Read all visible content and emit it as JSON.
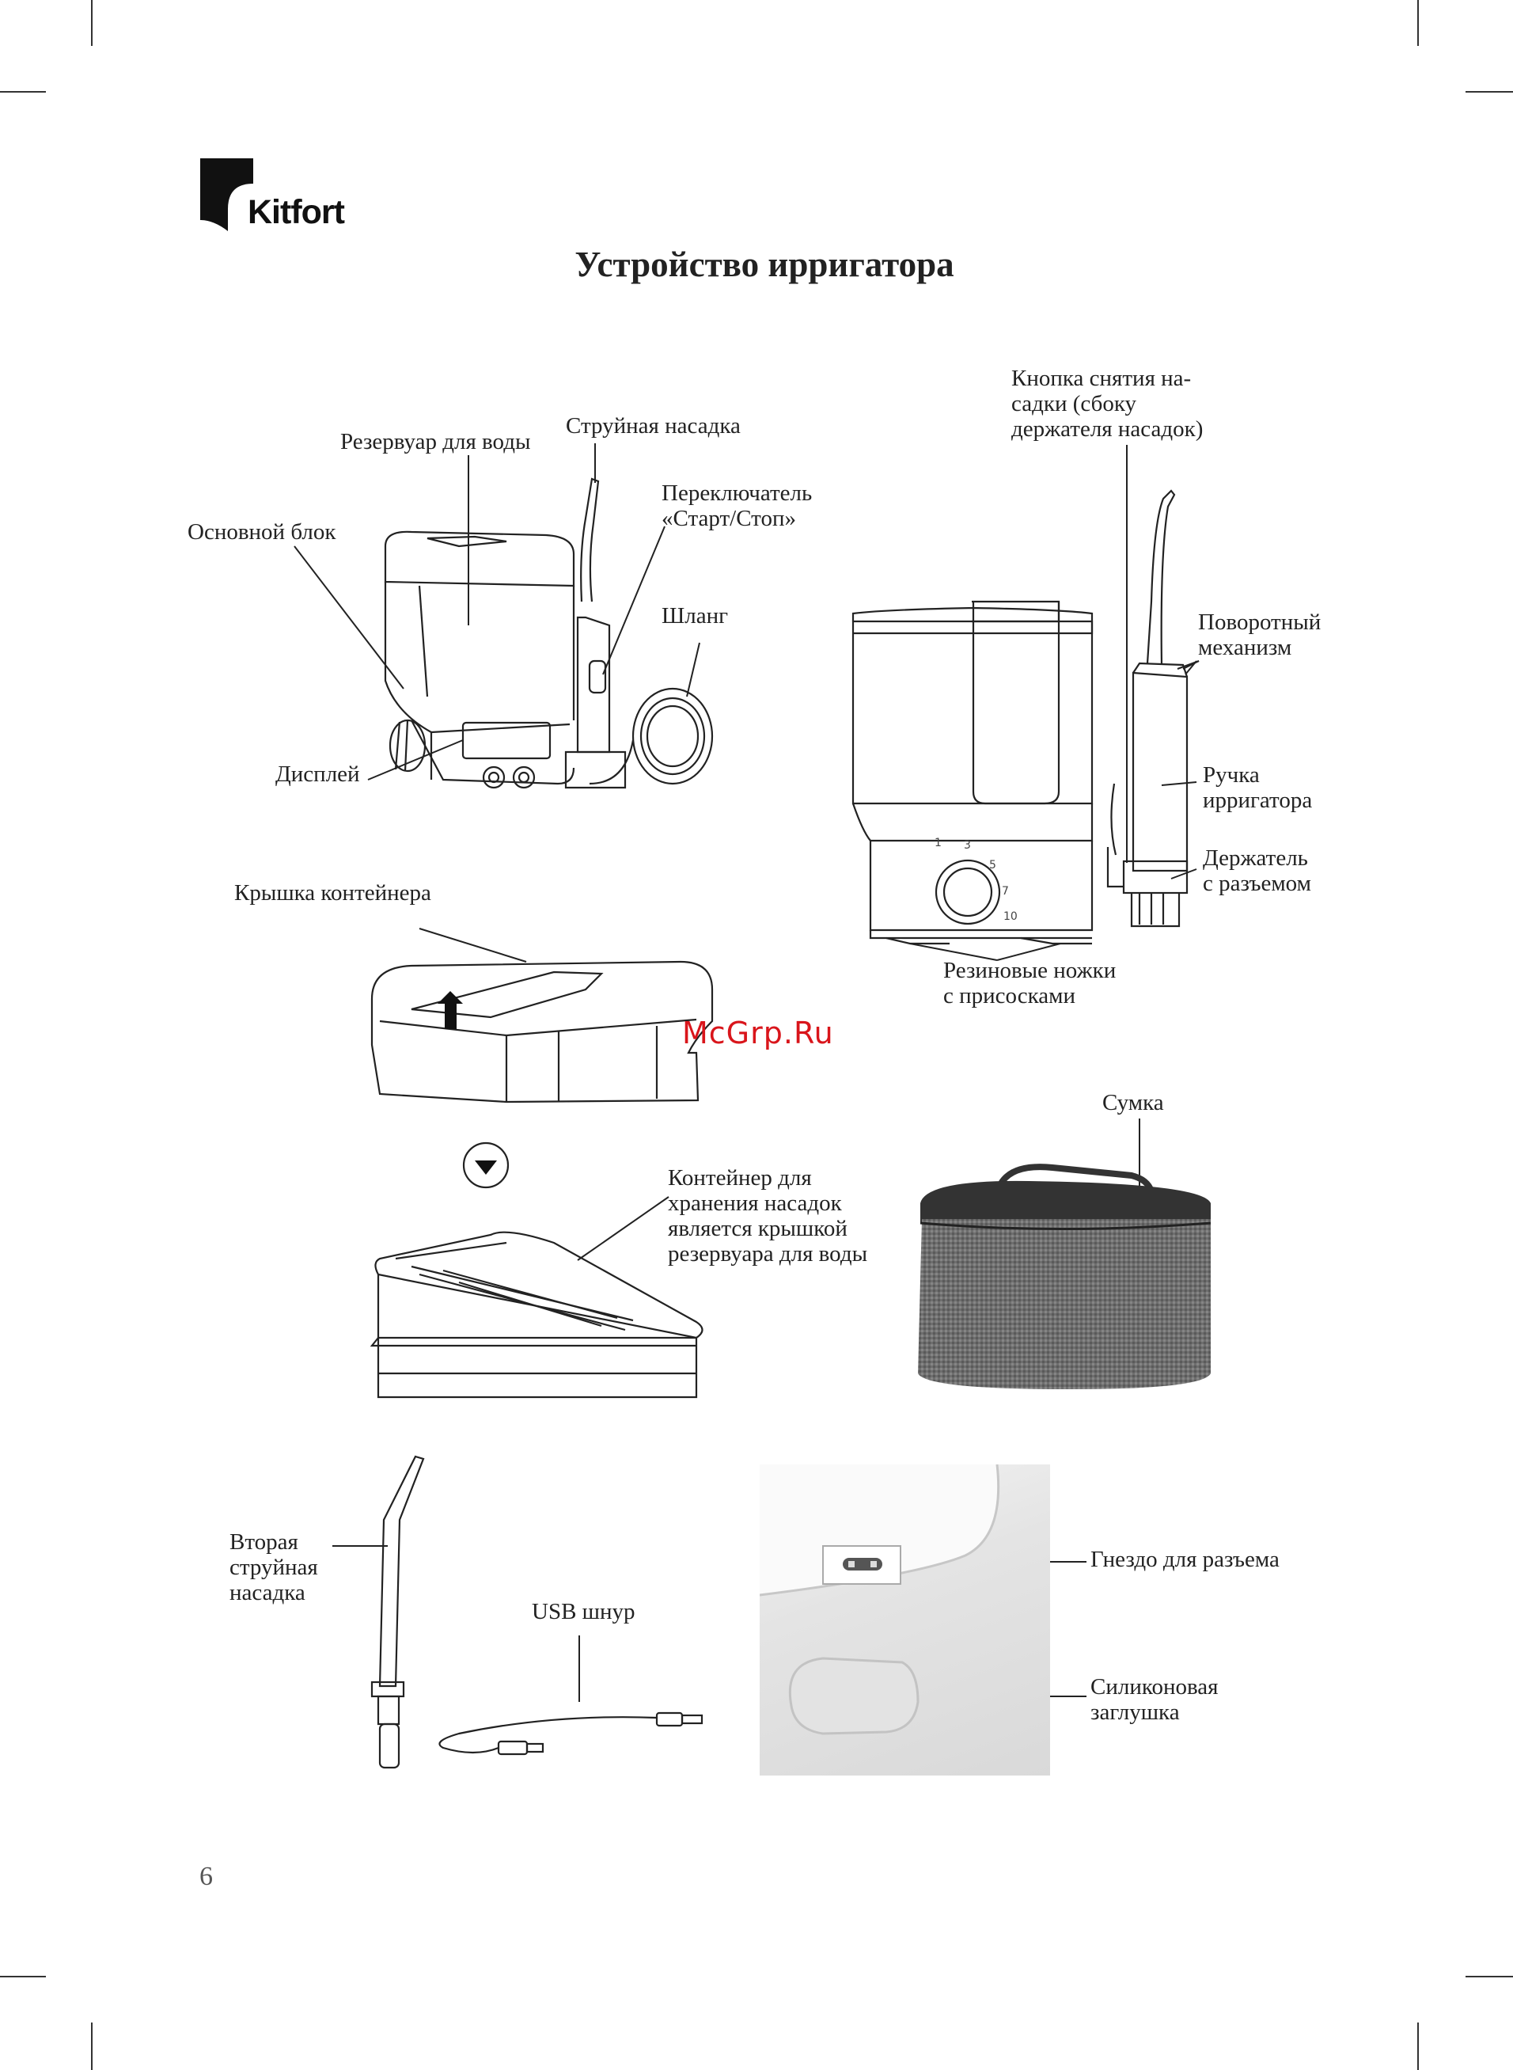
{
  "page": {
    "brand": "Kitfort",
    "title": "Устройство ирригатора",
    "page_number": "6",
    "watermark": "McGrp.Ru"
  },
  "labels": {
    "reservoir": "Резервуар для воды",
    "jet_nozzle": "Струйная насадка",
    "switch_l1": "Переключатель",
    "switch_l2": "«Старт/Стоп»",
    "main_unit": "Основной блок",
    "hose": "Шланг",
    "display": "Дисплей",
    "release_l1": "Кнопка снятия на-",
    "release_l2": "садки (сбоку",
    "release_l3": "держателя насадок)",
    "rotary_l1": "Поворотный",
    "rotary_l2": "механизм",
    "handle_l1": "Ручка",
    "handle_l2": "ирригатора",
    "holder_l1": "Держатель",
    "holder_l2": "с разъемом",
    "feet_l1": "Резиновые ножки",
    "feet_l2": "с присосками",
    "container_lid": "Крышка контейнера",
    "container_l1": "Контейнер для",
    "container_l2": "хранения насадок",
    "container_l3": "является крышкой",
    "container_l4": "резервуара для воды",
    "bag": "Сумка",
    "second_l1": "Вторая",
    "second_l2": "струйная",
    "second_l3": "насадка",
    "usb": "USB шнур",
    "socket": "Гнездо для разъема",
    "plug_l1": "Силиконовая",
    "plug_l2": "заглушка"
  },
  "dial_marks": [
    "1",
    "3",
    "5",
    "7",
    "10"
  ],
  "colors": {
    "text": "#222222",
    "watermark": "#d9151b",
    "bag": "#6e6e6e"
  }
}
